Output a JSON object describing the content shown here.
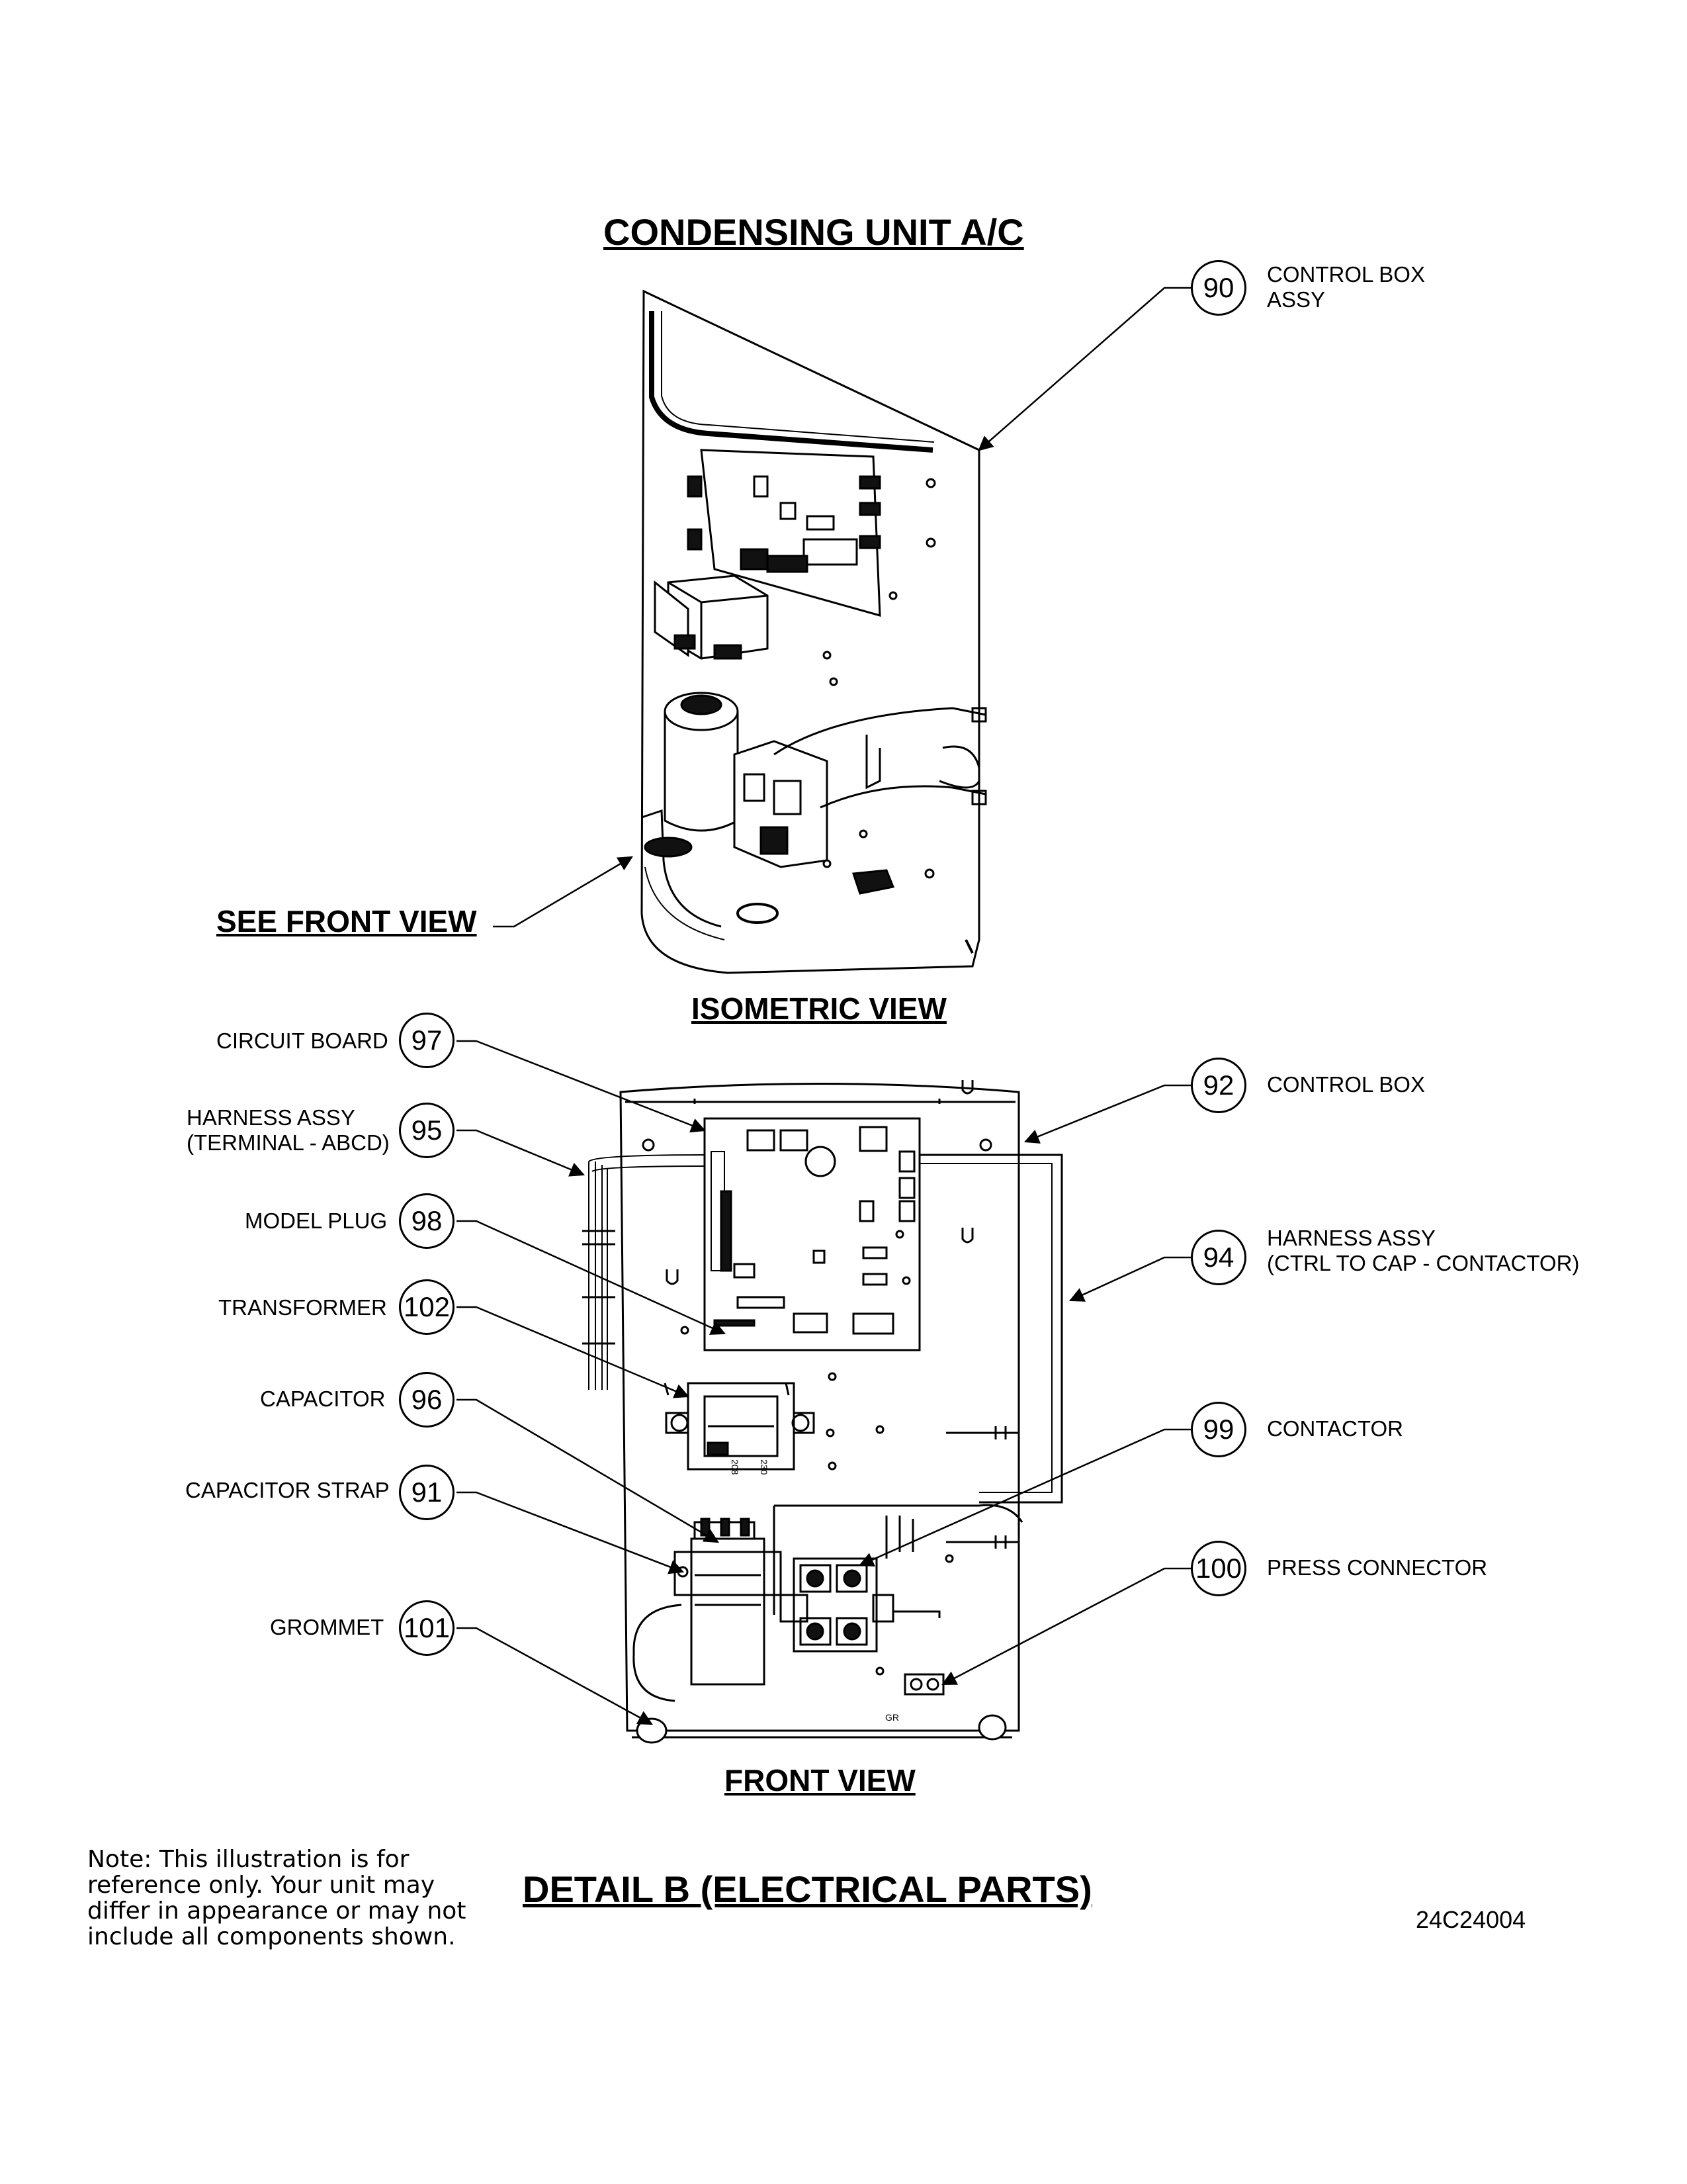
{
  "titles": {
    "main": "CONDENSING UNIT A/C",
    "isometric": "ISOMETRIC VIEW",
    "front": "FRONT VIEW",
    "see_front": "SEE FRONT VIEW",
    "detail": "DETAIL B (ELECTRICAL PARTS)"
  },
  "callouts": [
    {
      "num": "90",
      "line1": "CONTROL BOX",
      "line2": "ASSY"
    },
    {
      "num": "97",
      "line1": "CIRCUIT BOARD",
      "line2": ""
    },
    {
      "num": "92",
      "line1": "CONTROL BOX",
      "line2": ""
    },
    {
      "num": "95",
      "line1": "HARNESS ASSY",
      "line2": "(TERMINAL - ABCD)"
    },
    {
      "num": "98",
      "line1": "MODEL PLUG",
      "line2": ""
    },
    {
      "num": "94",
      "line1": "HARNESS ASSY",
      "line2": "(CTRL TO CAP - CONTACTOR)"
    },
    {
      "num": "102",
      "line1": "TRANSFORMER",
      "line2": ""
    },
    {
      "num": "96",
      "line1": "CAPACITOR",
      "line2": ""
    },
    {
      "num": "99",
      "line1": "CONTACTOR",
      "line2": ""
    },
    {
      "num": "91",
      "line1": "CAPACITOR STRAP",
      "line2": ""
    },
    {
      "num": "100",
      "line1": "PRESS CONNECTOR",
      "line2": ""
    },
    {
      "num": "101",
      "line1": "GROMMET",
      "line2": ""
    }
  ],
  "note": "Note: This illustration is for reference only. Your unit may differ in appearance or may not include all components shown.",
  "drawing_code": "24C24004",
  "part_marks": {
    "t1": "208",
    "t2": "230",
    "gr": "GR"
  }
}
